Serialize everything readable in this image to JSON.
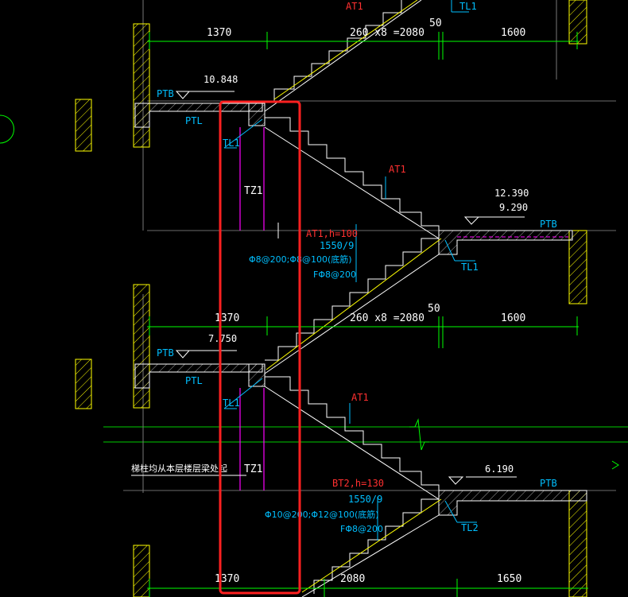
{
  "colors": {
    "background": "#000000",
    "dimension": "#ffffff",
    "structure": "#ffffff",
    "beam_label": "#00bfff",
    "red_label": "#ff3030",
    "rebar_label": "#00bfff",
    "hatch_frame": "#ffff00",
    "grid_green": "#00ff00",
    "column": "#ff00ff",
    "highlight": "#ff2020"
  },
  "upper_flight": {
    "dim_left": "1370",
    "dim_mid": "260 x8 =2080",
    "dim_gap": "50",
    "dim_right": "1600",
    "label_at_top": "AT1",
    "label_tl_top": "TL1",
    "elev_left": "10.848",
    "ptb_left": "PTB",
    "ptl_left": "PTL",
    "tl1_left": "TL1",
    "tz1": "TZ1",
    "at1": "AT1",
    "elev_right_1": "12.390",
    "elev_right_2": "9.290",
    "ptb_right": "PTB",
    "tl1_right": "TL1",
    "spec": "AT1,h=100",
    "rise": "1550/9",
    "rebar_main": "Φ8@200;Φ8@100(底筋)",
    "rebar_dist": "FΦ8@200"
  },
  "middle_flight": {
    "dim_left": "1370",
    "dim_mid": "260 x8 =2080",
    "dim_gap": "50",
    "dim_right": "1600",
    "elev_left": "7.750",
    "ptb_left": "PTB",
    "ptl_left": "PTL",
    "tl1_left": "TL1",
    "tz1": "TZ1",
    "at1": "AT1",
    "note": "梯柱均从本层楼层梁处起",
    "elev_right": "6.190",
    "ptb_right": "PTB",
    "tl2_right": "TL2",
    "spec": "BT2,h=130",
    "rise": "1550/9",
    "rebar_main": "Φ10@200;Φ12@100(底筋)",
    "rebar_dist": "FΦ8@200"
  },
  "lower_flight": {
    "dim_left": "1370",
    "dim_mid": "2080",
    "dim_right": "1650"
  }
}
